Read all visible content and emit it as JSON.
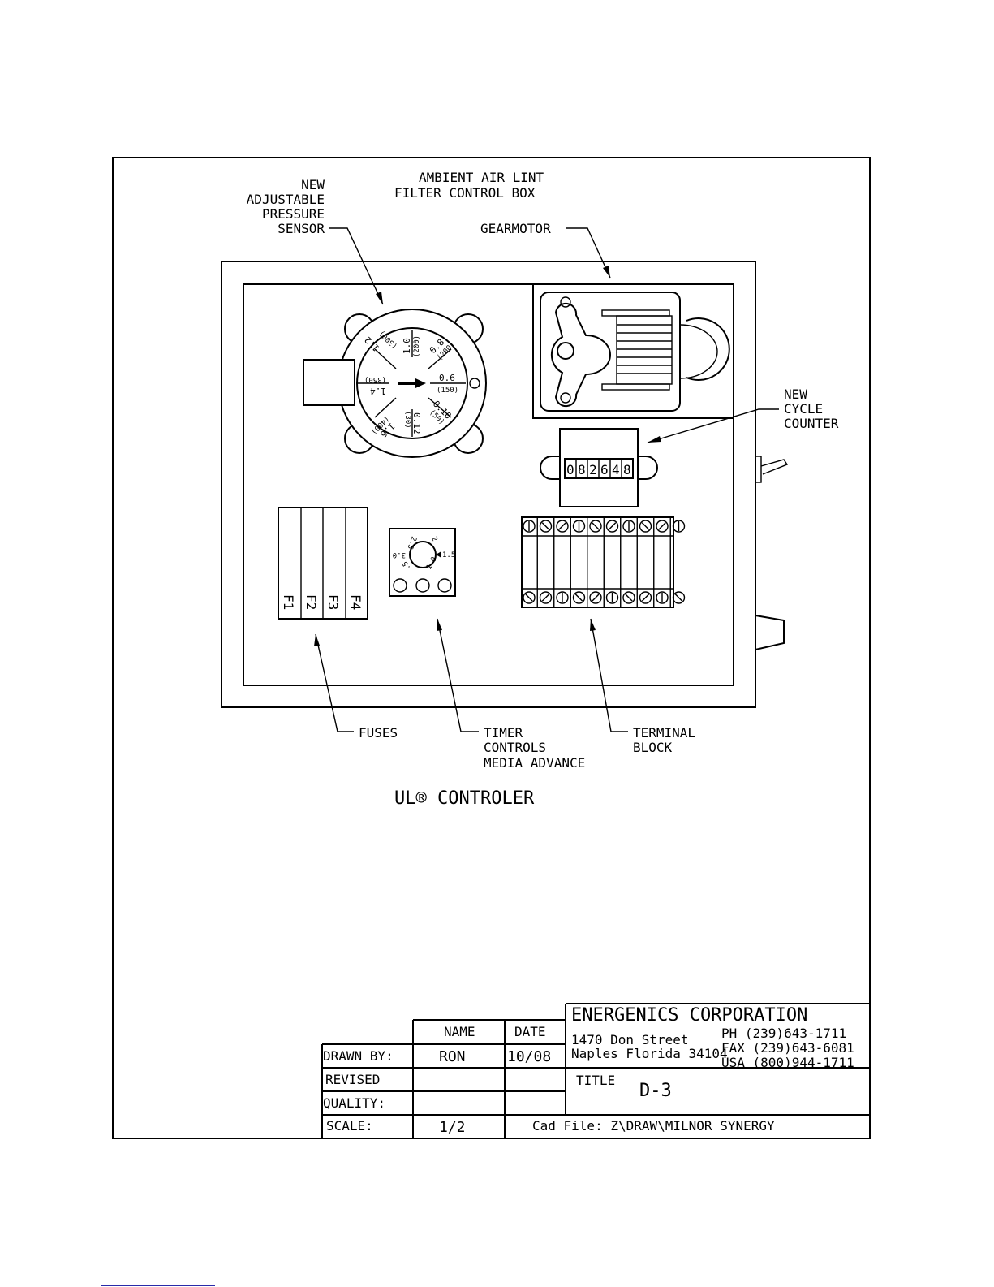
{
  "diagram": {
    "title_lines": [
      "AMBIENT AIR LINT",
      "FILTER CONTROL BOX"
    ],
    "subtitle": "UL® CONTROLER",
    "callouts": {
      "pressure_sensor": [
        "NEW",
        "ADJUSTABLE",
        "PRESSURE",
        "SENSOR"
      ],
      "gearmotor": [
        "GEARMOTOR"
      ],
      "cycle_counter": [
        "NEW",
        "CYCLE",
        "COUNTER"
      ],
      "fuses": [
        "FUSES"
      ],
      "timer": [
        "TIMER",
        "CONTROLS",
        "MEDIA ADVANCE"
      ],
      "terminal_block": [
        "TERMINAL",
        "BLOCK"
      ]
    },
    "counter_digits": [
      "0",
      "8",
      "2",
      "6",
      "4",
      "8"
    ],
    "fuse_labels": [
      "F1",
      "F2",
      "F3",
      "F4"
    ],
    "gauge_marks": [
      {
        "value": "1.0",
        "alt": "(200)"
      },
      {
        "value": "0.8",
        "alt": "(200)"
      },
      {
        "value": "0.6",
        "alt": "(150)"
      },
      {
        "value": "0.10",
        "alt": "(50)"
      },
      {
        "value": "0.12",
        "alt": "(30)"
      },
      {
        "value": "1.6",
        "alt": "(400)"
      },
      {
        "value": "1.4",
        "alt": "(350)"
      },
      {
        "value": "1.2",
        "alt": "(300)"
      }
    ],
    "timer_marks": [
      "2.5",
      "2",
      "3.0",
      "1.5",
      ".5",
      "1.0"
    ]
  },
  "title_block": {
    "company": "ENERGENICS CORPORATION",
    "address_line1": "1470 Don Street",
    "address_line2": "Naples Florida 34104",
    "phone": "PH (239)643-1711",
    "fax": "FAX (239)643-6081",
    "usa": "USA (800)944-1711",
    "col_name": "NAME",
    "col_date": "DATE",
    "drawn_by_label": "DRAWN BY:",
    "drawn_by_name": "RON",
    "drawn_by_date": "10/08",
    "revised_label": "REVISED",
    "quality_label": "QUALITY:",
    "scale_label": "SCALE:",
    "scale_value": "1/2",
    "title_label": "TITLE",
    "title_value": "D-3",
    "cad_file": "Cad File: Z\\DRAW\\MILNOR SYNERGY"
  }
}
